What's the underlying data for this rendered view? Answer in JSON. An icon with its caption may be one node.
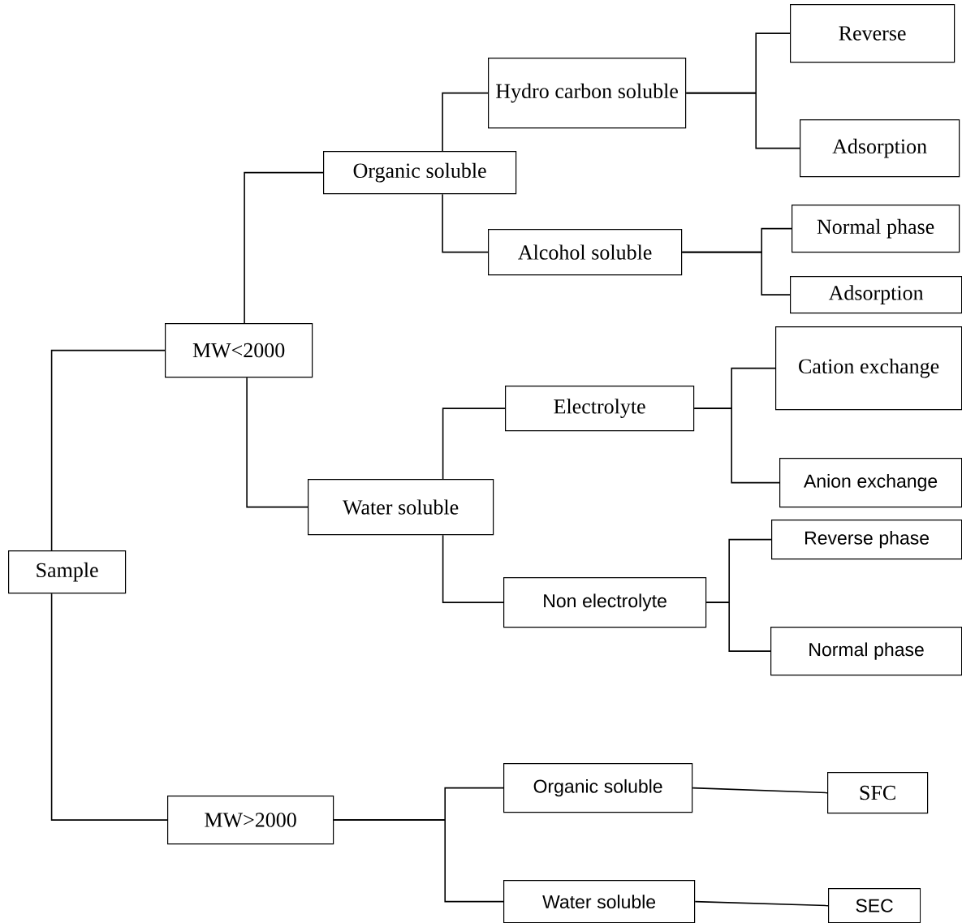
{
  "diagram": {
    "nodes": [
      {
        "text": [
          "Sample"
        ]
      },
      {
        "text": [
          "MW<2000"
        ]
      },
      {
        "text": [
          "Organic soluble"
        ]
      },
      {
        "text": [
          "Hydro carbon soluble"
        ]
      },
      {
        "text": [
          "Reverse"
        ]
      },
      {
        "text": [
          "Adsorption"
        ]
      },
      {
        "text": [
          "Alcohol soluble"
        ]
      },
      {
        "text": [
          "Normal phase"
        ]
      },
      {
        "text": [
          "Adsorption"
        ]
      },
      {
        "text": [
          "Water soluble"
        ]
      },
      {
        "text": [
          "Electrolyte"
        ]
      },
      {
        "text": [
          "Cation exchange"
        ]
      },
      {
        "text": [
          "Anion exchange"
        ]
      },
      {
        "text": [
          "Non electrolyte"
        ]
      },
      {
        "text": [
          "Reverse phase"
        ]
      },
      {
        "text": [
          "Normal phase"
        ]
      },
      {
        "text": [
          "MW>2000"
        ]
      },
      {
        "text": [
          "Organic soluble"
        ]
      },
      {
        "text": [
          "SFC"
        ]
      },
      {
        "text": [
          "Water soluble"
        ]
      },
      {
        "text": [
          "SEC"
        ]
      }
    ],
    "edges": [
      {
        "from": 0,
        "to": 1,
        "arrow": "none"
      },
      {
        "from": 0,
        "to": 16,
        "arrow": "none"
      },
      {
        "from": 1,
        "to": 2,
        "arrow": "none"
      },
      {
        "from": 1,
        "to": 9,
        "arrow": "none"
      },
      {
        "from": 2,
        "to": 3,
        "arrow": "none"
      },
      {
        "from": 2,
        "to": 6,
        "arrow": "none"
      },
      {
        "from": 3,
        "to": 4,
        "arrow": "none"
      },
      {
        "from": 3,
        "to": 5,
        "arrow": "none"
      },
      {
        "from": 6,
        "to": 7,
        "arrow": "none"
      },
      {
        "from": 6,
        "to": 8,
        "arrow": "none"
      },
      {
        "from": 9,
        "to": 10,
        "arrow": "none"
      },
      {
        "from": 9,
        "to": 13,
        "arrow": "none"
      },
      {
        "from": 10,
        "to": 11,
        "arrow": "none"
      },
      {
        "from": 10,
        "to": 12,
        "arrow": "none"
      },
      {
        "from": 13,
        "to": 14,
        "arrow": "none"
      },
      {
        "from": 13,
        "to": 15,
        "arrow": "none"
      },
      {
        "from": 16,
        "to": 17,
        "arrow": "none"
      },
      {
        "from": 16,
        "to": 19,
        "arrow": "none"
      },
      {
        "from": 17,
        "to": 18,
        "arrow": "none"
      },
      {
        "from": 19,
        "to": 20,
        "arrow": "none"
      }
    ]
  }
}
